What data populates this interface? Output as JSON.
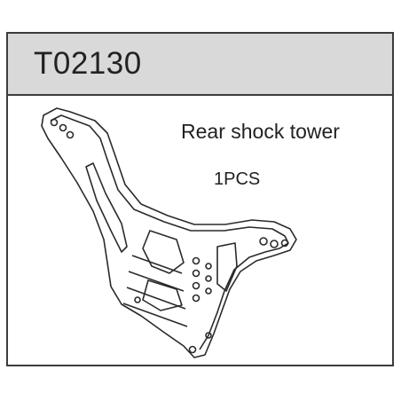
{
  "part": {
    "number": "T02130",
    "description": "Rear shock tower",
    "quantity": "1PCS",
    "illustration": "rear-shock-tower-drawing"
  },
  "colors": {
    "border": "#3c3c3c",
    "header_fill": "#d9d9d9",
    "text": "#222222"
  }
}
